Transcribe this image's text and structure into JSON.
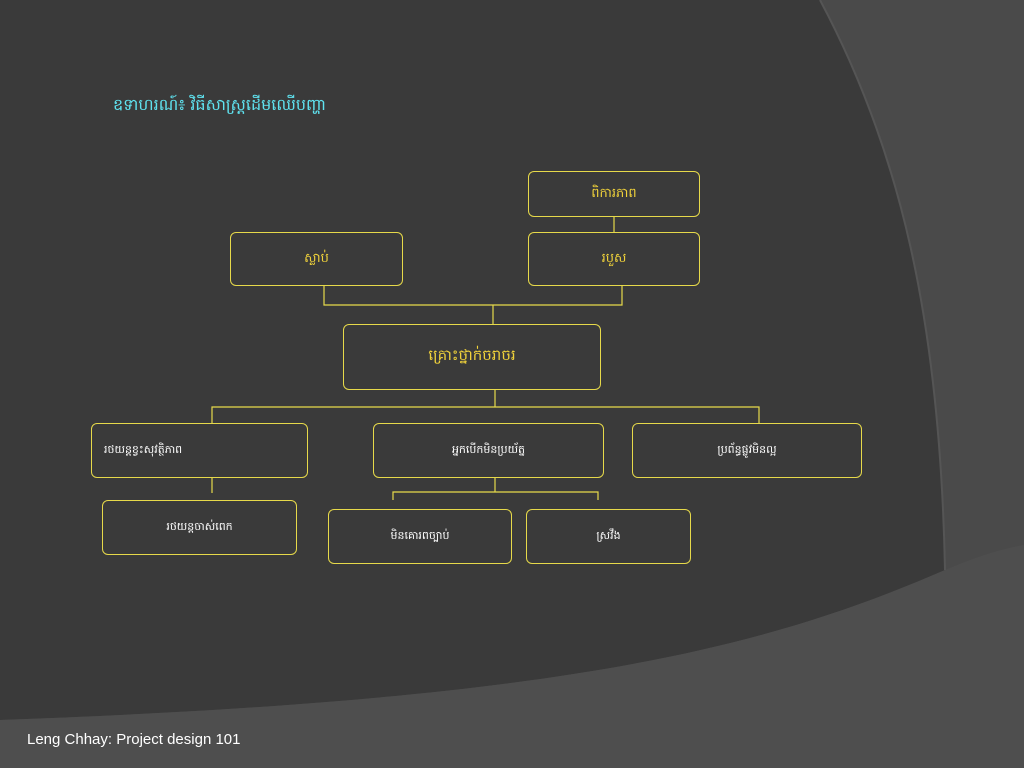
{
  "slide": {
    "title": "ឧទាហរណ៍៖ វិធីសាស្រ្តដើមឈើបញ្ហា",
    "footer": "Leng Chhay: Project design 101"
  },
  "nodes": {
    "top_right": "ពិការភាព",
    "effect_left": "ស្លាប់",
    "effect_right": "របួស",
    "central": "គ្រោះថ្នាក់ចរាចរ",
    "cause_left": "រថយន្តខ្វះសុវត្ថិភាព",
    "cause_middle": "អ្នកបើកមិនប្រយ័ត្ន",
    "cause_right": "ប្រព័ន្ធផ្លូវមិនល្អ",
    "sub_left": "រថយន្តចាស់ពេក",
    "sub_middle": "មិនគោរពច្បាប់",
    "sub_right": "ស្រវឹង"
  },
  "colors": {
    "background": "#3a3a3a",
    "background_light": "#4a4a4a",
    "box_border": "#e6d94a",
    "connector": "#e6d94a",
    "title_text": "#5fe3f0",
    "node_text_yellow": "#f0d23a",
    "node_text_white": "#ffffff"
  }
}
